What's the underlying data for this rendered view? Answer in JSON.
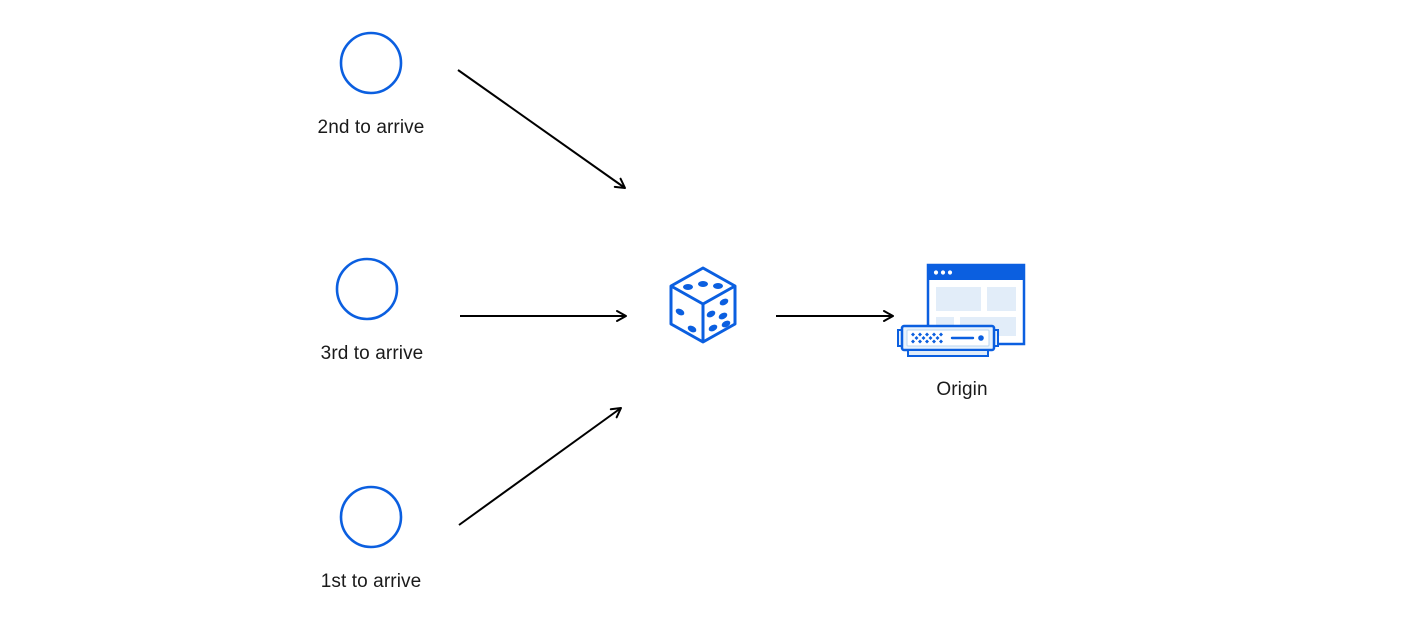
{
  "diagram": {
    "colors": {
      "primary_blue": "#0b5fe0",
      "dark_navy": "#16418c",
      "face_blue": "#cde7f6",
      "pale_blue": "#e2edf9",
      "server_fill": "#e9f3fc",
      "arrow_color": "#000000",
      "text_color": "#1a1a1a",
      "canvas_bg": "#ffffff"
    },
    "senders": [
      {
        "label": "2nd to arrive",
        "icon": "avatar-man-swept-hair-icon"
      },
      {
        "label": "3rd to arrive",
        "icon": "avatar-man-short-hair-icon"
      },
      {
        "label": "1st to arrive",
        "icon": "avatar-woman-bun-icon"
      }
    ],
    "randomizer": {
      "icon": "dice-icon"
    },
    "origin": {
      "label": "Origin",
      "icon": "origin-server-icon"
    }
  }
}
